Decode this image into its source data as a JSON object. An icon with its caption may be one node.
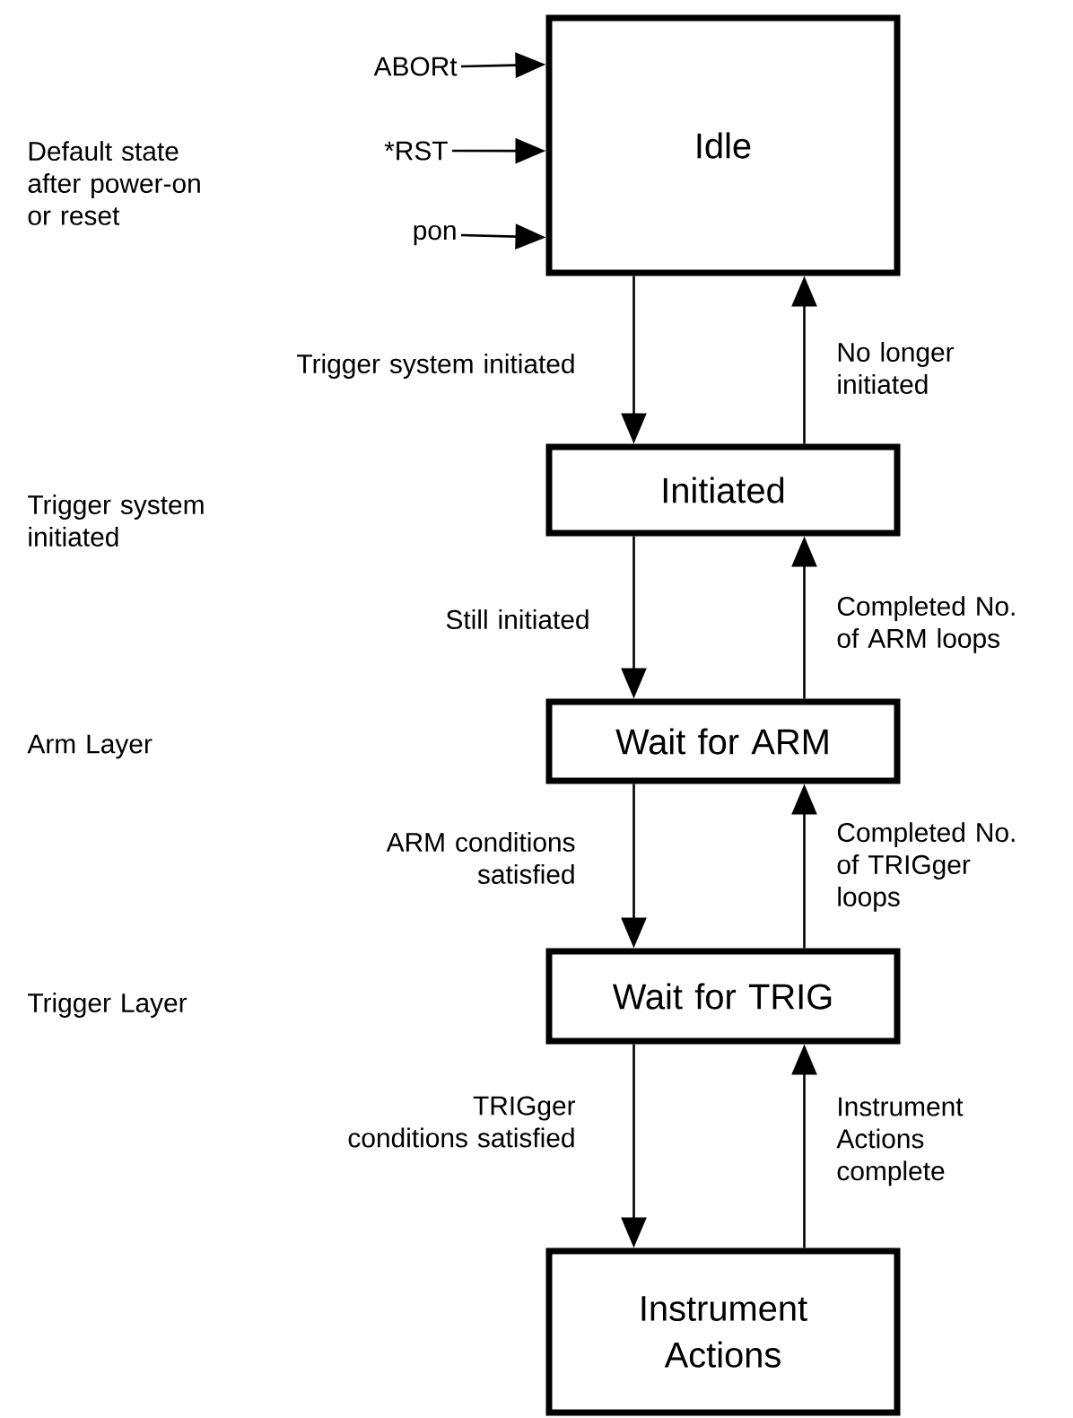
{
  "diagram": {
    "nodes": [
      {
        "text": [
          "Idle"
        ]
      },
      {
        "text": [
          "Initiated"
        ]
      },
      {
        "text": [
          "Wait for ARM"
        ]
      },
      {
        "text": [
          "Wait for TRIG"
        ]
      },
      {
        "text": [
          "Instrument Actions"
        ]
      },
      {
        "text": [
          "ABORt"
        ]
      },
      {
        "text": [
          "*RST"
        ]
      },
      {
        "text": [
          "pon"
        ]
      }
    ],
    "edges": [
      {
        "from": 5,
        "to": 0,
        "arrow": "to"
      },
      {
        "from": 6,
        "to": 0,
        "arrow": "to"
      },
      {
        "from": 7,
        "to": 0,
        "arrow": "to"
      },
      {
        "from": 0,
        "to": 1,
        "arrow": "to",
        "label": "Trigger system initiated"
      },
      {
        "from": 1,
        "to": 0,
        "arrow": "to",
        "label": "No longer initiated"
      },
      {
        "from": 1,
        "to": 2,
        "arrow": "to",
        "label": "Still initiated"
      },
      {
        "from": 2,
        "to": 1,
        "arrow": "to",
        "label": "Completed No. of ARM loops"
      },
      {
        "from": 2,
        "to": 3,
        "arrow": "to",
        "label": "ARM conditions satisfied"
      },
      {
        "from": 3,
        "to": 2,
        "arrow": "to",
        "label": "Completed No. of TRIGger loops"
      },
      {
        "from": 3,
        "to": 4,
        "arrow": "to",
        "label": "TRIGger conditions satisfied"
      },
      {
        "from": 4,
        "to": 3,
        "arrow": "to",
        "label": "Instrument Actions complete"
      }
    ],
    "labels": [
      "Default state after power-on or reset",
      "Trigger system initiated",
      "Arm Layer",
      "Trigger Layer"
    ]
  }
}
